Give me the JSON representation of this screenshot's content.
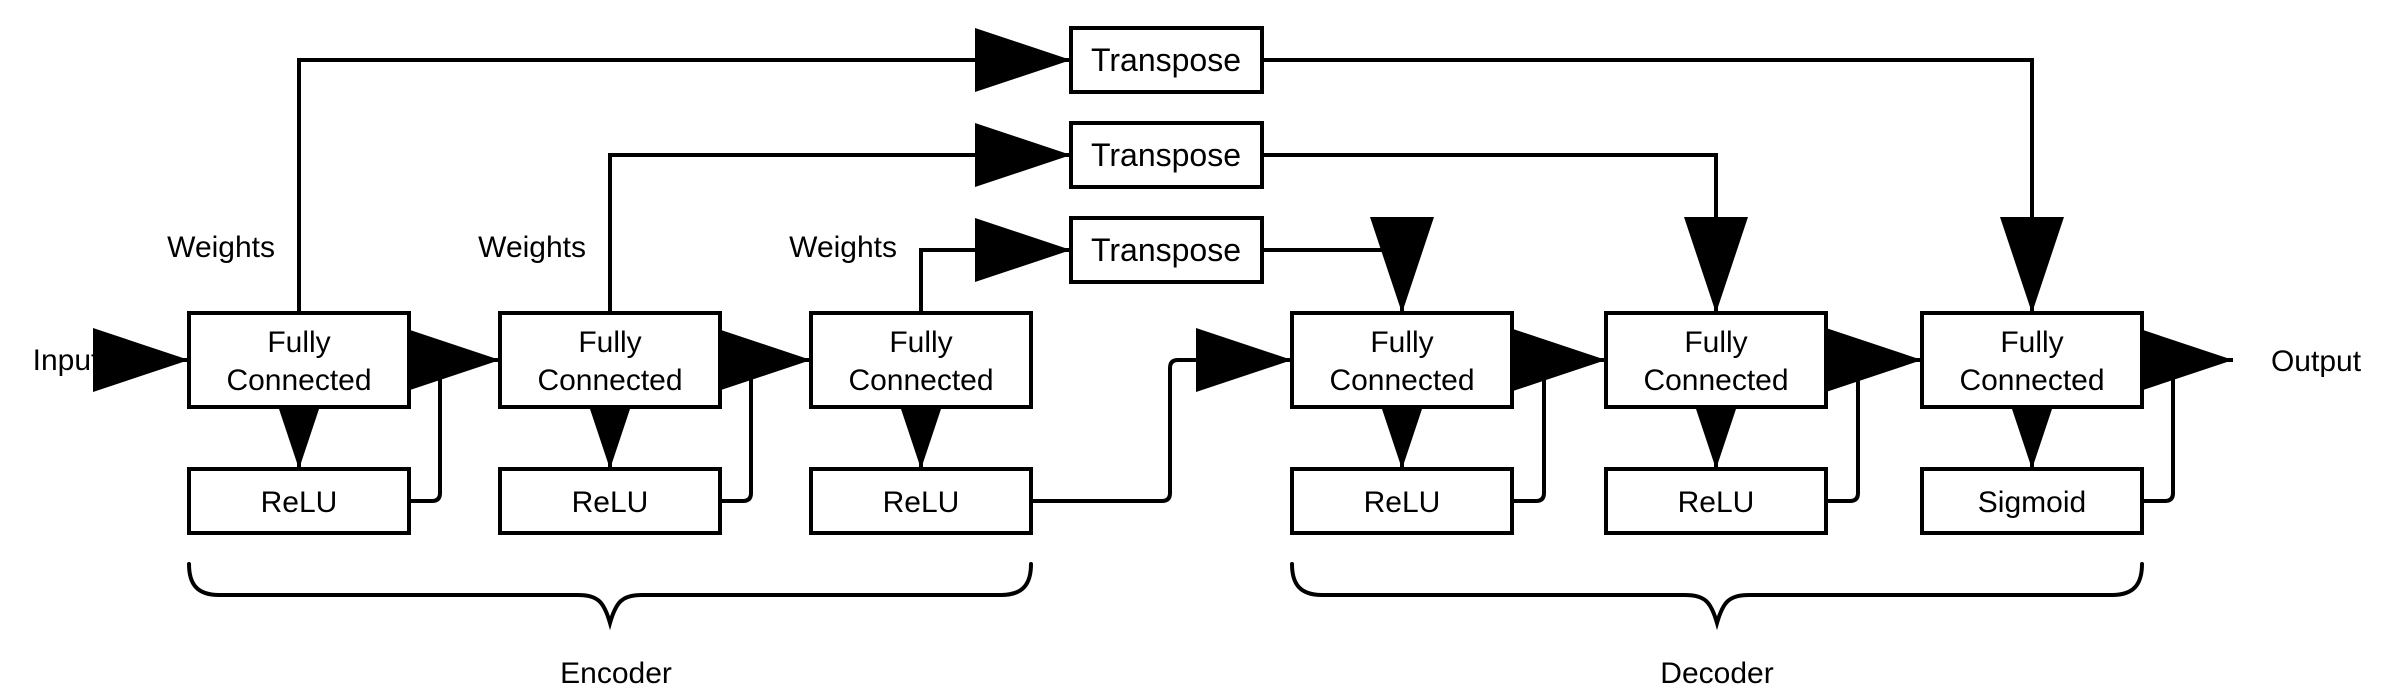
{
  "canvas": {
    "background": "#ffffff",
    "line_color": "#000000"
  },
  "labels": {
    "input": "Input",
    "output": "Output"
  },
  "weights_labels": [
    "Weights",
    "Weights",
    "Weights"
  ],
  "transpose_blocks": [
    {
      "label": "Transpose"
    },
    {
      "label": "Transpose"
    },
    {
      "label": "Transpose"
    }
  ],
  "encoder": {
    "label": "Encoder",
    "layers": [
      {
        "line1": "Fully",
        "line2": "Connected",
        "activation": "ReLU"
      },
      {
        "line1": "Fully",
        "line2": "Connected",
        "activation": "ReLU"
      },
      {
        "line1": "Fully",
        "line2": "Connected",
        "activation": "ReLU"
      }
    ]
  },
  "decoder": {
    "label": "Decoder",
    "layers": [
      {
        "line1": "Fully",
        "line2": "Connected",
        "activation": "ReLU"
      },
      {
        "line1": "Fully",
        "line2": "Connected",
        "activation": "ReLU"
      },
      {
        "line1": "Fully",
        "line2": "Connected",
        "activation": "Sigmoid"
      }
    ]
  }
}
